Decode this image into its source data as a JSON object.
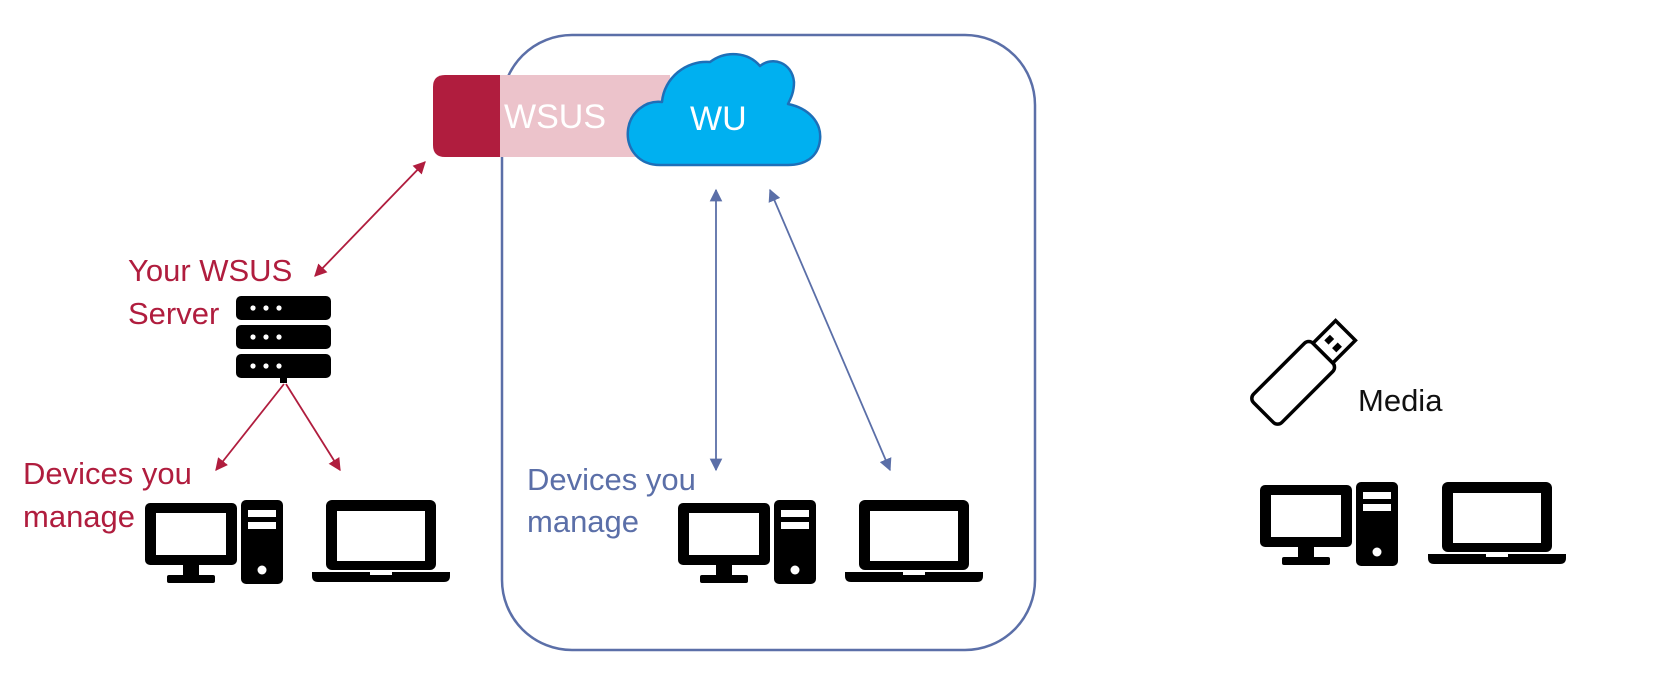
{
  "labels": {
    "wsus_tab": "WSUS",
    "wu_cloud": "WU",
    "your_wsus_line1": "Your WSUS",
    "your_wsus_line2": "Server",
    "devices_left_line1": "Devices you",
    "devices_left_line2": "manage",
    "devices_mid_line1": "Devices you",
    "devices_mid_line2": "manage",
    "media": "Media"
  },
  "colors": {
    "wsus_accent": "#b01d3e",
    "wsus_light": "#ecc3cb",
    "cloud_fill": "#00b0f0",
    "cloud_stroke": "#1e6fb8",
    "region_stroke": "#5b6fa8",
    "arrow_red": "#b01d3e",
    "arrow_blue": "#5b6fa8",
    "icon_black": "#000000"
  },
  "icons": [
    "server-rack-icon",
    "desktop-tower-icon",
    "laptop-icon",
    "usb-drive-icon",
    "cloud-icon"
  ]
}
